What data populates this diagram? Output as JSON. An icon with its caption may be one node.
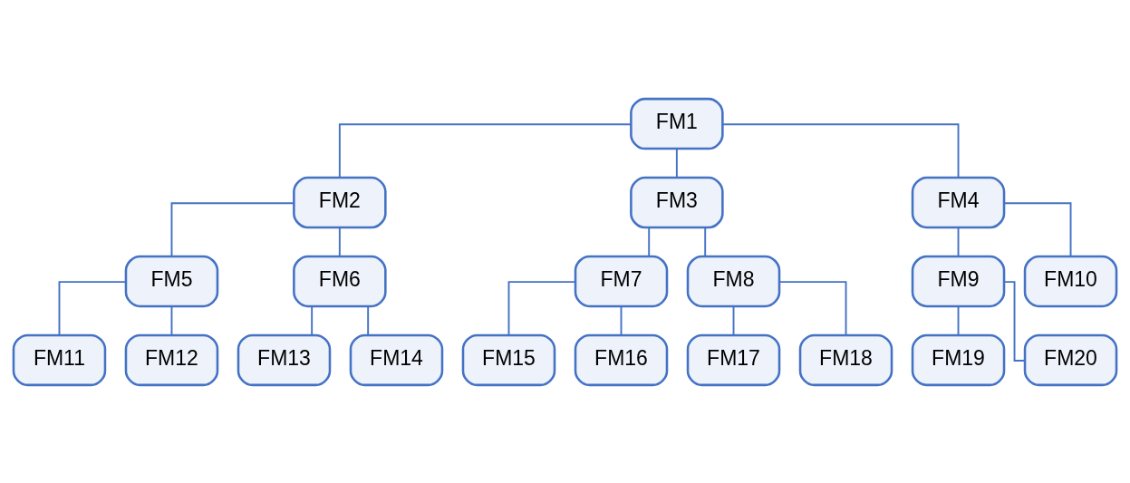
{
  "diagram": {
    "nodes": [
      {
        "text": [
          "FM1"
        ]
      },
      {
        "text": [
          "FM2"
        ]
      },
      {
        "text": [
          "FM3"
        ]
      },
      {
        "text": [
          "FM4"
        ]
      },
      {
        "text": [
          "FM5"
        ]
      },
      {
        "text": [
          "FM6"
        ]
      },
      {
        "text": [
          "FM7"
        ]
      },
      {
        "text": [
          "FM8"
        ]
      },
      {
        "text": [
          "FM9"
        ]
      },
      {
        "text": [
          "FM10"
        ]
      },
      {
        "text": [
          "FM11"
        ]
      },
      {
        "text": [
          "FM12"
        ]
      },
      {
        "text": [
          "FM13"
        ]
      },
      {
        "text": [
          "FM14"
        ]
      },
      {
        "text": [
          "FM15"
        ]
      },
      {
        "text": [
          "FM16"
        ]
      },
      {
        "text": [
          "FM17"
        ]
      },
      {
        "text": [
          "FM18"
        ]
      },
      {
        "text": [
          "FM19"
        ]
      },
      {
        "text": [
          "FM20"
        ]
      }
    ],
    "edges": [
      {
        "from": 0,
        "to": 1,
        "arrow": "none"
      },
      {
        "from": 0,
        "to": 2,
        "arrow": "none"
      },
      {
        "from": 0,
        "to": 3,
        "arrow": "none"
      },
      {
        "from": 1,
        "to": 4,
        "arrow": "none"
      },
      {
        "from": 1,
        "to": 5,
        "arrow": "none"
      },
      {
        "from": 2,
        "to": 6,
        "arrow": "none"
      },
      {
        "from": 2,
        "to": 7,
        "arrow": "none"
      },
      {
        "from": 3,
        "to": 8,
        "arrow": "none"
      },
      {
        "from": 3,
        "to": 9,
        "arrow": "none"
      },
      {
        "from": 4,
        "to": 10,
        "arrow": "none"
      },
      {
        "from": 4,
        "to": 11,
        "arrow": "none"
      },
      {
        "from": 5,
        "to": 12,
        "arrow": "none"
      },
      {
        "from": 5,
        "to": 13,
        "arrow": "none"
      },
      {
        "from": 6,
        "to": 14,
        "arrow": "none"
      },
      {
        "from": 6,
        "to": 15,
        "arrow": "none"
      },
      {
        "from": 7,
        "to": 16,
        "arrow": "none"
      },
      {
        "from": 7,
        "to": 17,
        "arrow": "none"
      },
      {
        "from": 8,
        "to": 18,
        "arrow": "none"
      },
      {
        "from": 8,
        "to": 19,
        "arrow": "none"
      }
    ]
  }
}
